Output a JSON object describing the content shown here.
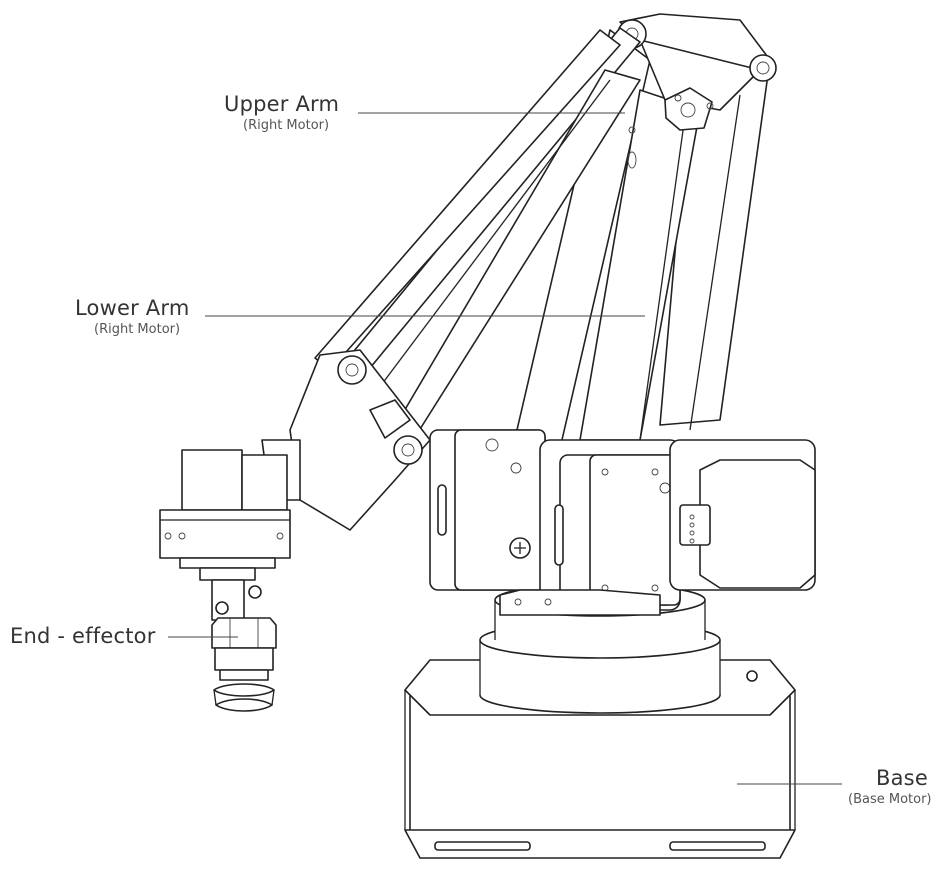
{
  "labels": {
    "upper_arm": {
      "name": "Upper Arm",
      "motor": "(Right Motor)"
    },
    "lower_arm": {
      "name": "Lower Arm",
      "motor": "(Right Motor)"
    },
    "end_effector": {
      "name": "End - effector"
    },
    "base": {
      "name": "Base",
      "motor": "(Base Motor)"
    }
  },
  "colors": {
    "line": "#222222",
    "text": "#333333",
    "background": "#ffffff"
  }
}
